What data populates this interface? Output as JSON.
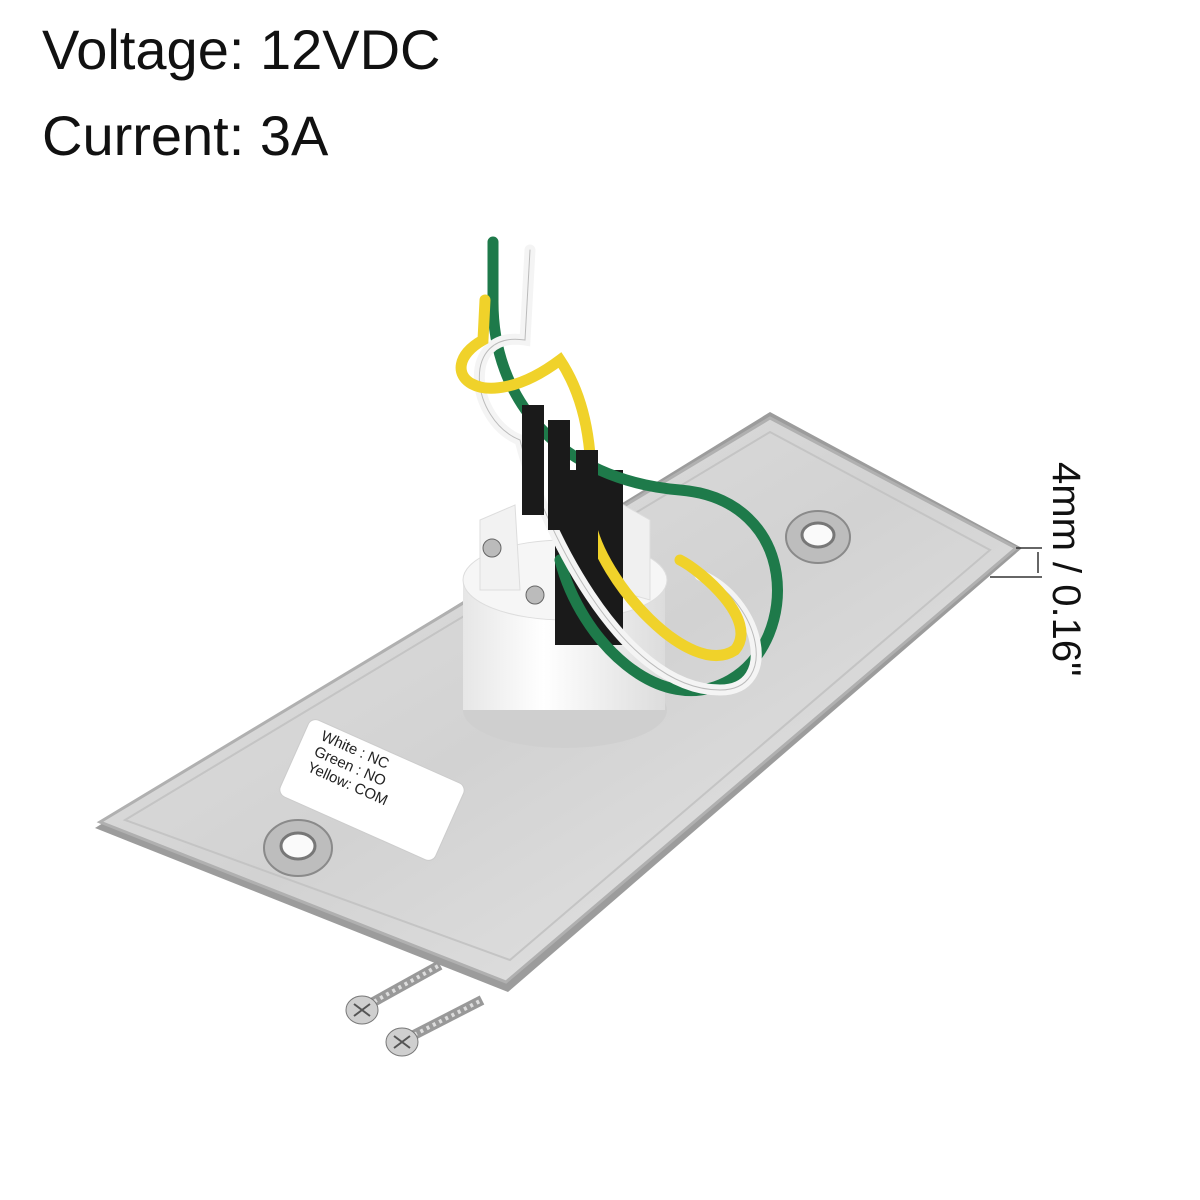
{
  "specs": {
    "voltage": "Voltage: 12VDC",
    "current": "Current: 3A"
  },
  "dimension": {
    "thickness": "4mm / 0.16\""
  },
  "label": {
    "lines": [
      {
        "color": "White",
        "sep": ":",
        "function": "NC"
      },
      {
        "color": "Green",
        "sep": ":",
        "function": "NO"
      },
      {
        "color": "Yellow",
        "sep": ":",
        "function": "COM"
      }
    ]
  },
  "colors": {
    "wire_white": "#f4f4f4",
    "wire_green": "#1e7a4a",
    "wire_yellow": "#f0d22a",
    "plate": "#d8d8d8"
  }
}
